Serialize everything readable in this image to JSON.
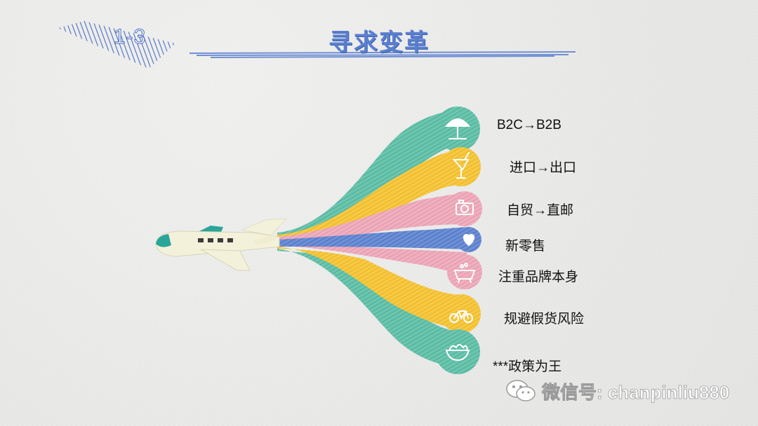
{
  "header": {
    "section_number": "1-3",
    "title": "寻求变革"
  },
  "items": [
    {
      "label": "B2C→B2B",
      "icon": "umbrella-table-icon",
      "color": "#4fb9a0"
    },
    {
      "label": "进口→出口",
      "icon": "drink-glass-icon",
      "color": "#f2b928"
    },
    {
      "label": "自贸→直邮",
      "icon": "camera-icon",
      "color": "#e99aae"
    },
    {
      "label": "新零售",
      "icon": "heart-icon",
      "color": "#4a6fc0"
    },
    {
      "label": "注重品牌本身",
      "icon": "bathtub-icon",
      "color": "#e99aae"
    },
    {
      "label": "规避假货风险",
      "icon": "bicycle-icon",
      "color": "#f2b928"
    },
    {
      "label": "***政策为王",
      "icon": "salad-bowl-icon",
      "color": "#4fb9a0"
    }
  ],
  "watermark": {
    "text": "微信号: chanpinliu880",
    "icon": "wechat-icon"
  }
}
